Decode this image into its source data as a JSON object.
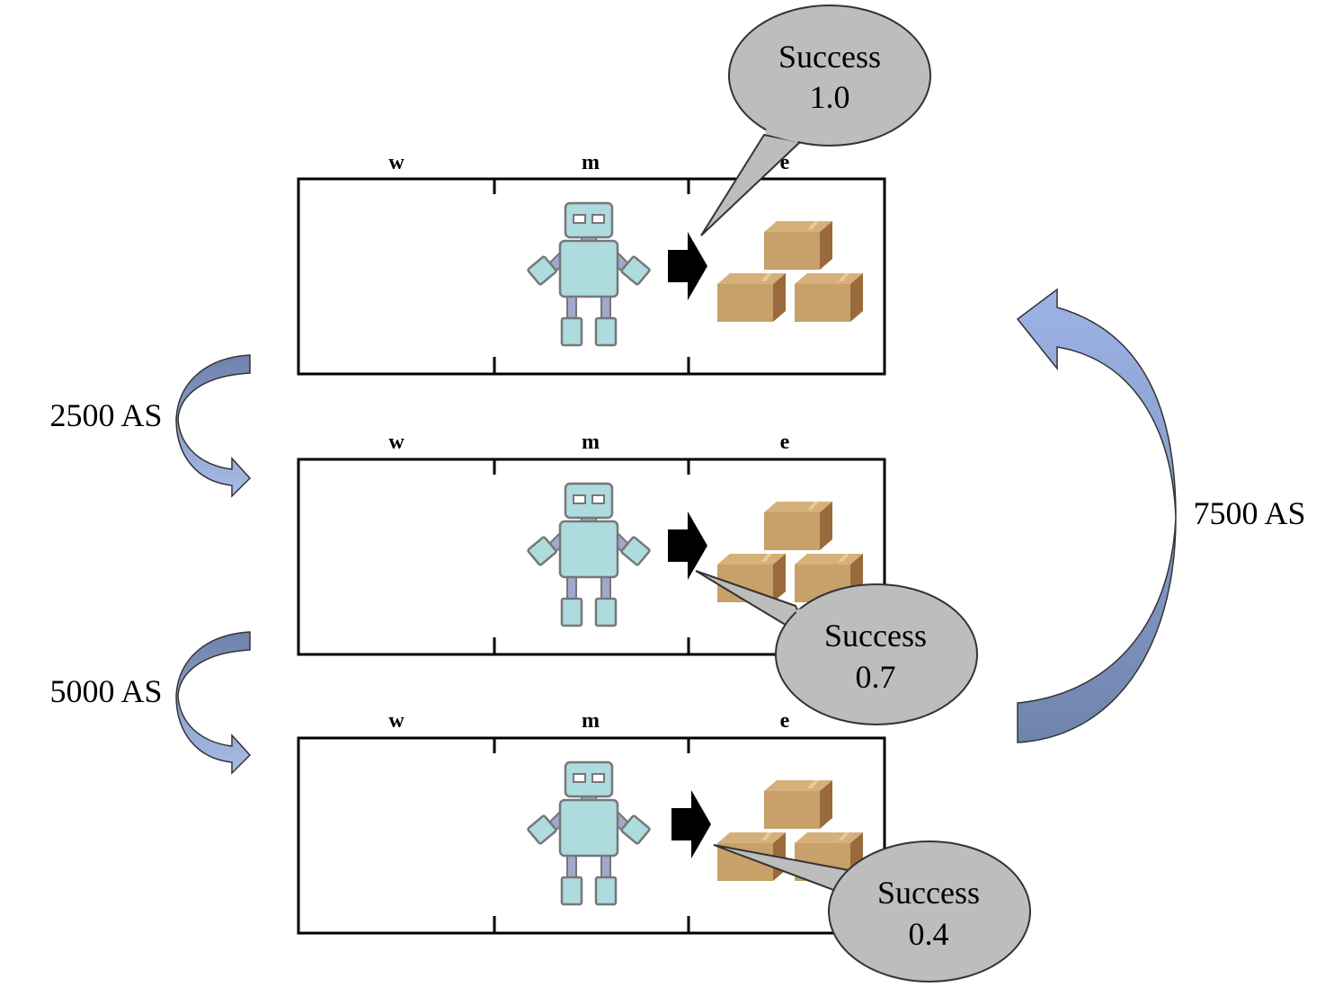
{
  "diagram": {
    "panels": [
      {
        "zone_labels": [
          "w",
          "m",
          "e"
        ],
        "success_label": "Success",
        "success_value": "1.0"
      },
      {
        "zone_labels": [
          "w",
          "m",
          "e"
        ],
        "success_label": "Success",
        "success_value": "0.7"
      },
      {
        "zone_labels": [
          "w",
          "m",
          "e"
        ],
        "success_label": "Success",
        "success_value": "0.4"
      }
    ],
    "transitions": {
      "first": "2500 AS",
      "second": "5000 AS",
      "return": "7500 AS"
    },
    "colors": {
      "arrow_fill_dark": "#7a8fb8",
      "arrow_fill_light": "#a2b6e3",
      "bubble_fill": "#bdbdbd",
      "robot_body": "#aedbde",
      "robot_joint": "#a0a8cc",
      "box_front": "#c7a06a",
      "box_side": "#9b6a3c",
      "box_top": "#d6b07a"
    }
  }
}
